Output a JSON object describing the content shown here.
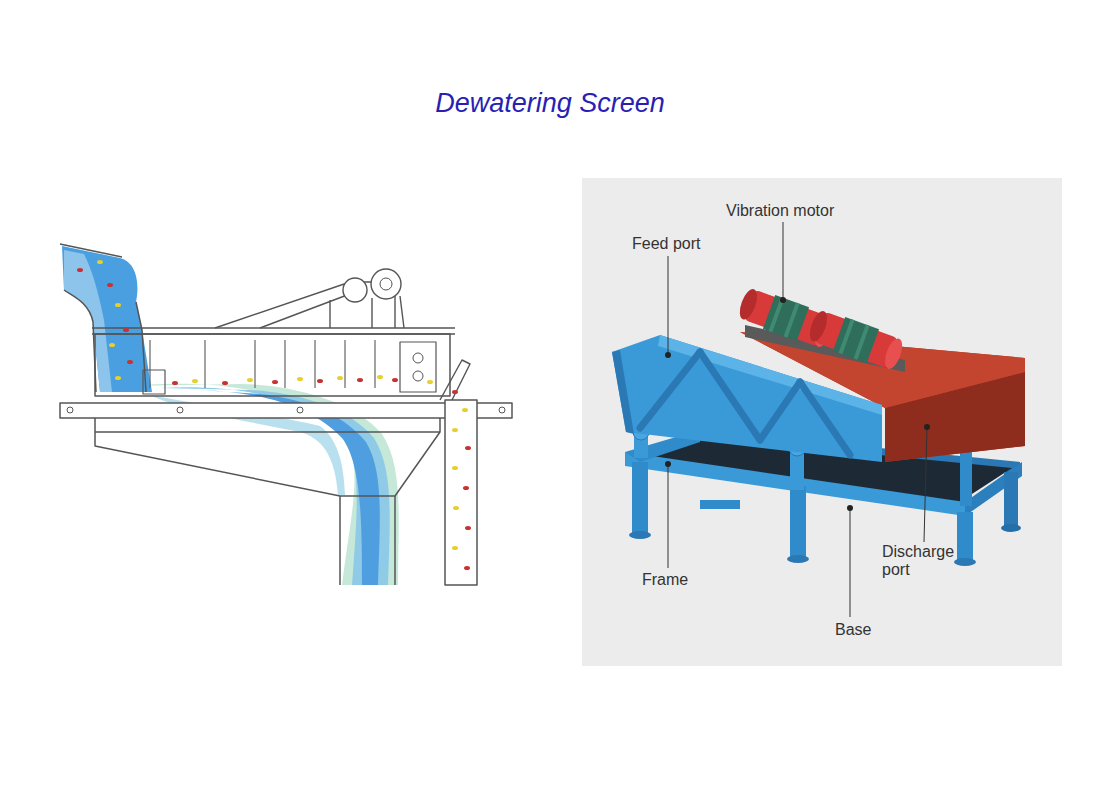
{
  "diagram": {
    "title": "Dewatering Screen",
    "labels": [
      "Vibration motor",
      "Feed port",
      "Frame",
      "Discharge port",
      "Base"
    ]
  }
}
